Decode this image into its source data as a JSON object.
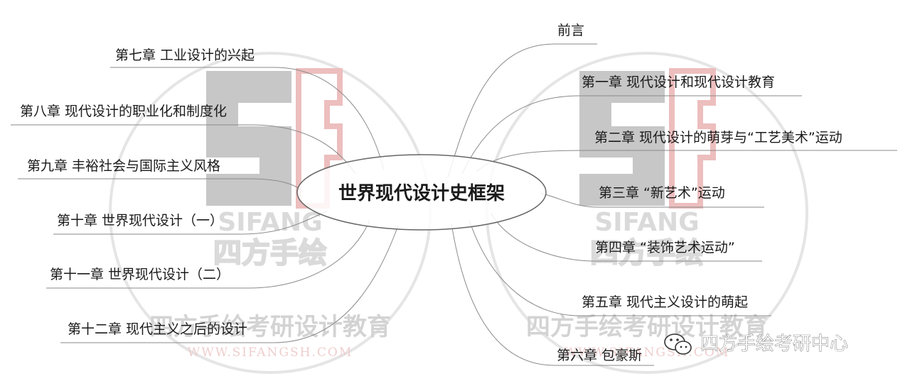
{
  "center": {
    "title": "世界现代设计史框架"
  },
  "left_branches": [
    {
      "label": "第七章 工业设计的兴起"
    },
    {
      "label": "第八章 现代设计的职业化和制度化"
    },
    {
      "label": "第九章 丰裕社会与国际主义风格"
    },
    {
      "label": "第十章 世界现代设计（一）"
    },
    {
      "label": "第十一章 世界现代设计（二）"
    },
    {
      "label": "第十二章 现代主义之后的设计"
    }
  ],
  "right_branches": [
    {
      "label": "前言"
    },
    {
      "label": "第一章 现代设计和现代设计教育"
    },
    {
      "label": "第二章 现代设计的萌芽与“工艺美术”运动"
    },
    {
      "label": "第三章 “新艺术”运动"
    },
    {
      "label": "第四章 “装饰艺术运动”"
    },
    {
      "label": "第五章 现代主义设计的萌起"
    },
    {
      "label": "第六章 包豪斯"
    }
  ],
  "watermark": {
    "brand_en": "SIFANG",
    "brand_cn": "四方手绘",
    "slogan": "四方手绘考研设计教育",
    "url": "WWW.SIFANGSH.COM"
  },
  "wechat": {
    "account_name": "四方手绘考研中心",
    "icon": "wechat-icon"
  },
  "colors": {
    "line": "#8a8a8a",
    "watermark_gray": "#c8c8c8",
    "watermark_red": "#e6a4a4"
  }
}
